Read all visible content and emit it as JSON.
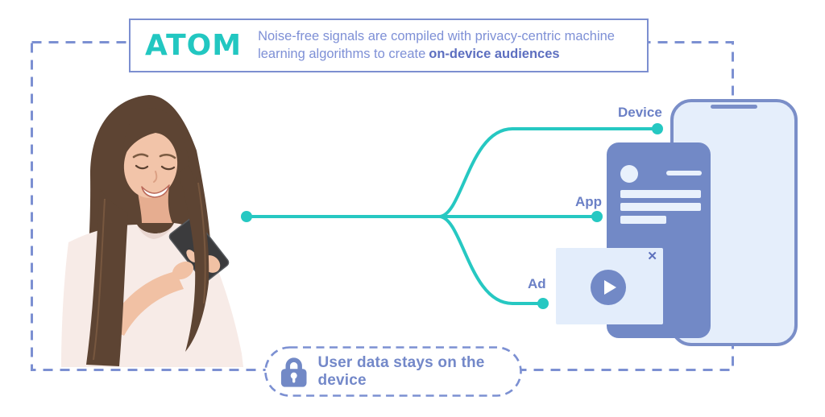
{
  "header": {
    "brand": "ATOM",
    "description": {
      "regular": "Noise-free signals are compiled with privacy-centric machine learning algorithms to create",
      "bold": "on-device audiences"
    }
  },
  "flow": {
    "device_label": "Device",
    "app_label": "App",
    "ad_label": "Ad"
  },
  "ad_popup": {
    "close_icon": "✕"
  },
  "badge": {
    "text": "User data stays on the device"
  },
  "icons": {
    "lock": "lock-icon",
    "play": "play-icon",
    "close": "close-icon",
    "illustration": "woman-using-phone"
  },
  "colors": {
    "teal": "#26c8c2",
    "periwinkle_fill": "#7289c6",
    "label_text": "#6b80c6",
    "description_text": "#7e90d6",
    "description_bold": "#5d6fc0",
    "light_fill": "#e5eefb",
    "outline": "#7a8ec8",
    "dash": "#7c90d2",
    "brand_teal": "#22c7c1"
  }
}
